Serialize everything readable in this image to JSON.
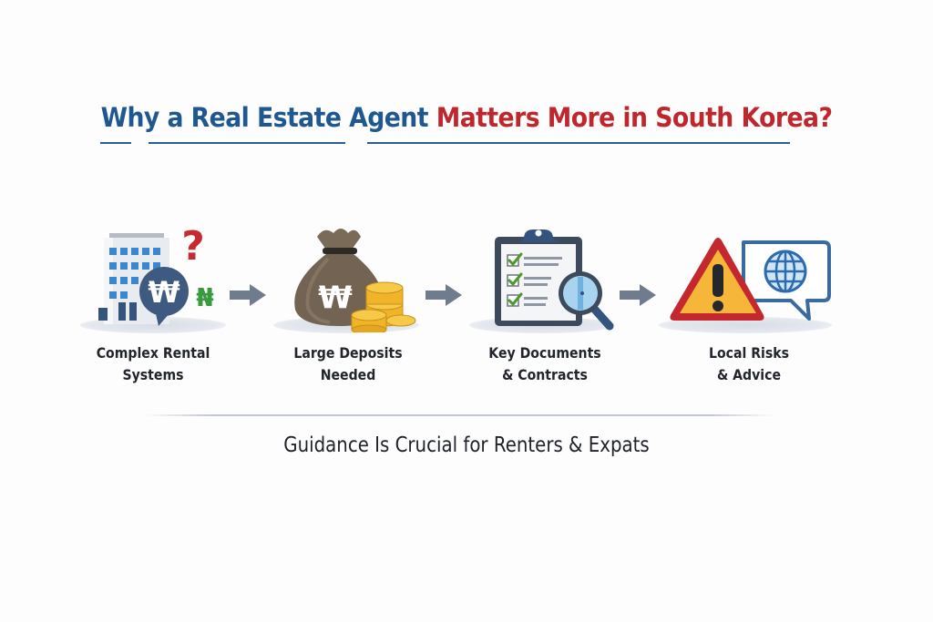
{
  "title": {
    "part_blue": "Why a Real Estate Agent ",
    "part_red": "Matters More in South Korea?",
    "colors": {
      "blue": "#1f5890",
      "red": "#c0272d",
      "underline": "#2a5d93"
    }
  },
  "steps": [
    {
      "label_line1": "Complex Rental",
      "label_line2": "Systems",
      "icon": "building-won-question-icon"
    },
    {
      "label_line1": "Large Deposits",
      "label_line2": "Needed",
      "icon": "money-bag-coins-icon"
    },
    {
      "label_line1": "Key Documents",
      "label_line2": "& Contracts",
      "icon": "clipboard-magnifier-icon"
    },
    {
      "label_line1": "Local Risks",
      "label_line2": "& Advice",
      "icon": "warning-globe-bubble-icon"
    }
  ],
  "icons": {
    "won_symbol": "₩",
    "naira_symbol": "₦",
    "question_mark": "?",
    "exclamation": "!"
  },
  "arrow_color": "#6f7c8e",
  "tagline": "Guidance Is Crucial for Renters & Expats"
}
